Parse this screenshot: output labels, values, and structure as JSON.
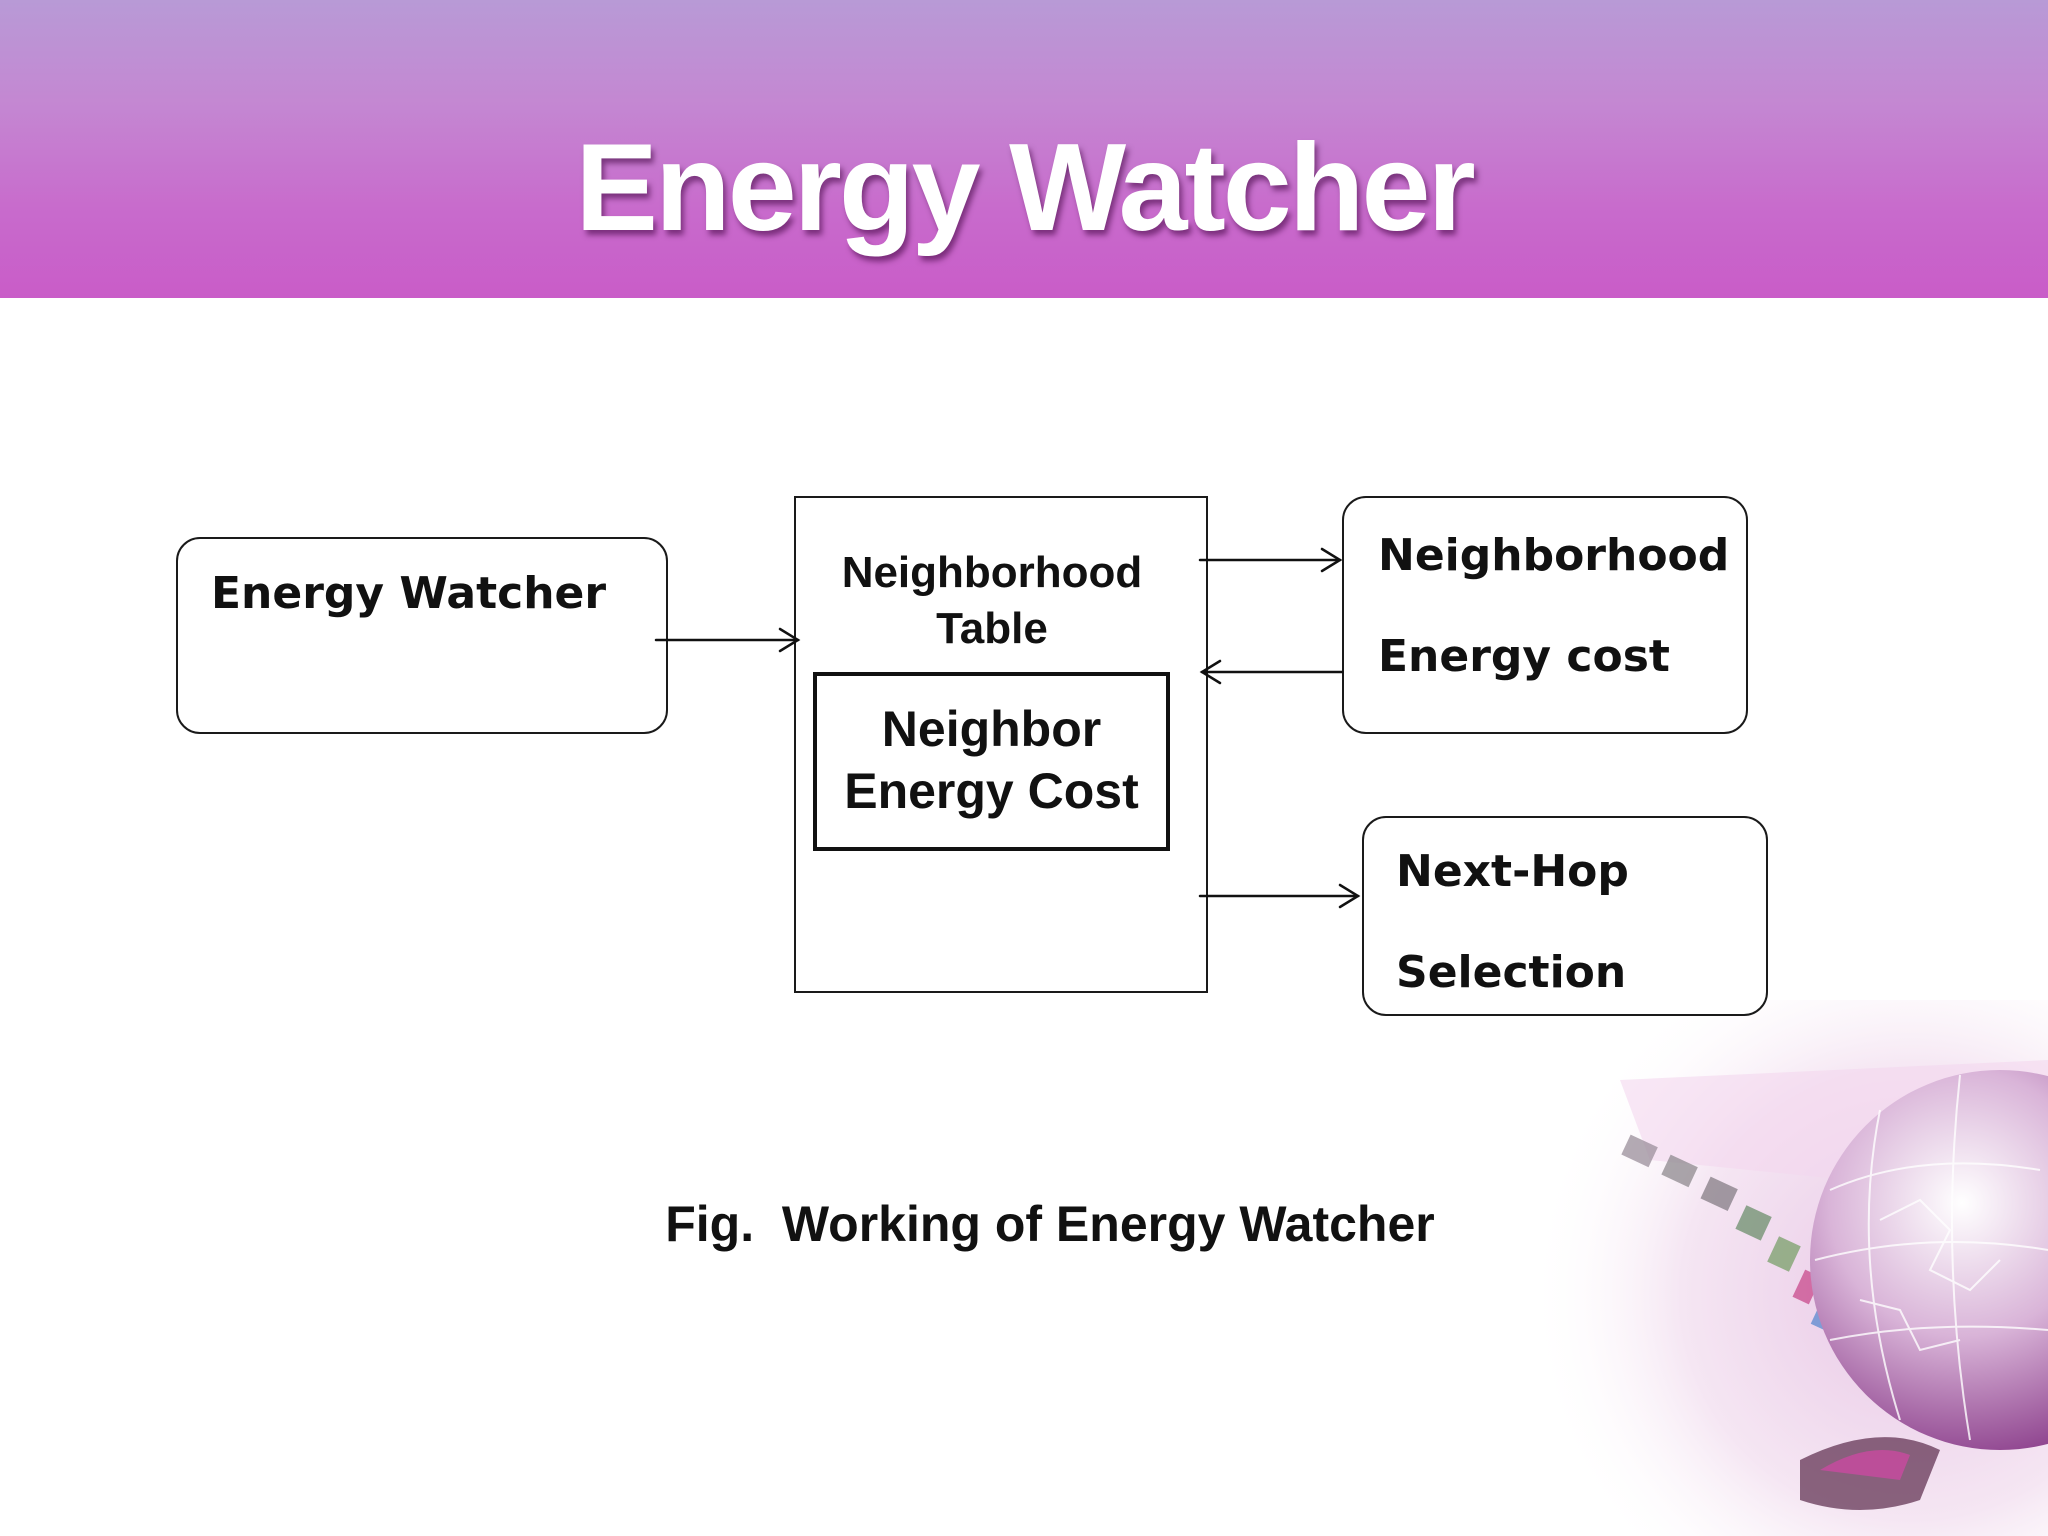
{
  "slide": {
    "title": "Energy Watcher",
    "caption": "Fig.  Working of Energy Watcher"
  },
  "diagram": {
    "energy_watcher_box": "Energy Watcher",
    "neighborhood_table": {
      "line1": "Neighborhood",
      "line2": "Table"
    },
    "neighbor_energy_cost": {
      "line1": "Neighbor",
      "line2": "Energy Cost"
    },
    "neighborhood_energy_cost_box": {
      "line1": "Neighborhood",
      "line2": "Energy cost"
    },
    "next_hop_box": {
      "line1": "Next-Hop",
      "line2": "Selection"
    }
  },
  "colors": {
    "header_top": "#b89ad6",
    "header_bottom": "#c95cc8",
    "text": "#111111"
  },
  "icons": [
    "globe-decoration"
  ]
}
